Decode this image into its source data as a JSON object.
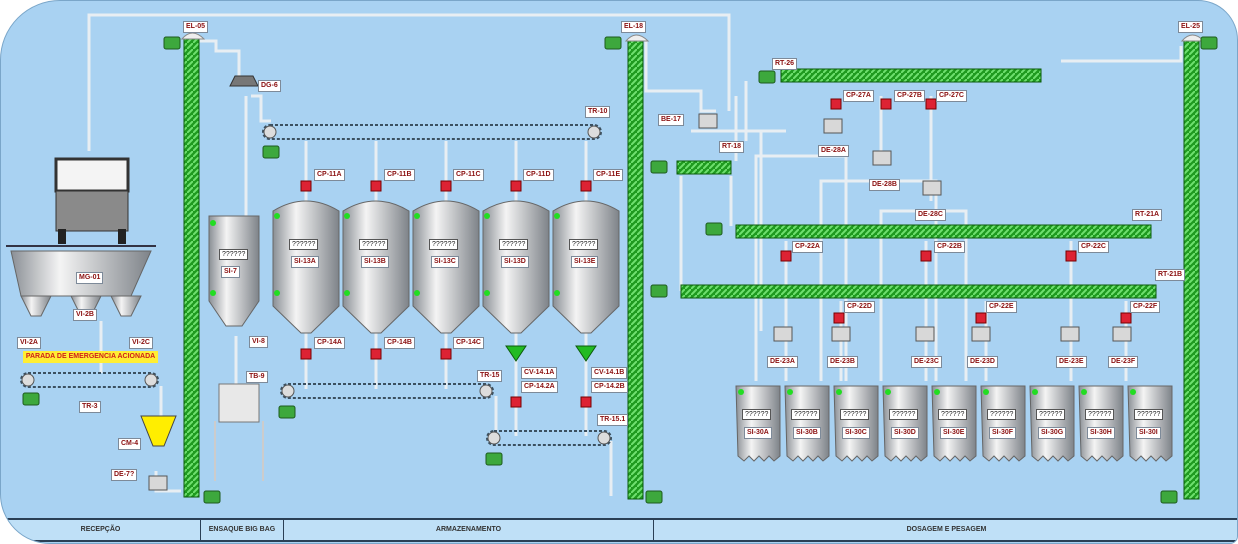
{
  "tags": [
    "EL-05",
    "DG-6",
    "TR-10",
    "EL-18",
    "BE-17",
    "RT-18",
    "RT-26",
    "CP-27A",
    "CP-27B",
    "CP-27C",
    "DE-28A",
    "DE-28B",
    "DE-28C",
    "RT-21A",
    "CP-22A",
    "CP-22B",
    "CP-22C",
    "RT-21B",
    "CP-22D",
    "CP-22E",
    "CP-22F",
    "DE-23A",
    "DE-23B",
    "DE-23C",
    "DE-23D",
    "DE-23E",
    "DE-23F",
    "EL-25",
    "CP-11A",
    "CP-11B",
    "CP-11C",
    "CP-11D",
    "CP-11E",
    "CP-14A",
    "CP-14B",
    "CP-14C",
    "CV-14.1A",
    "CP-14.2A",
    "CV-14.1B",
    "CP-14.2B",
    "TR-15",
    "TR-15.1",
    "VI-8",
    "TB-9",
    "MG-01",
    "VI-2B",
    "VI-2A",
    "VI-2C",
    "TR-3",
    "CM-4",
    "DE-7?"
  ],
  "silos_storage": [
    "SI-7",
    "SI-13A",
    "SI-13B",
    "SI-13C",
    "SI-13D",
    "SI-13E"
  ],
  "silos_dosing": [
    "SI-30A",
    "SI-30B",
    "SI-30C",
    "SI-30D",
    "SI-30E",
    "SI-30F",
    "SI-30G",
    "SI-30H",
    "SI-30I"
  ],
  "level_placeholder": "??????",
  "alarm": "PARADA DE EMERGENCIA ACIONADA",
  "areas": [
    "RECEPÇÃO",
    "ENSAQUE BIG BAG",
    "ARMAZENAMENTO",
    "DOSAGEM E PESAGEM"
  ],
  "colors": {
    "background": "#a9d2f2",
    "equipment_running": "#22bb22",
    "valve": "#dd2233",
    "alarm": "#ffee33",
    "tag_text": "#8b1010"
  }
}
